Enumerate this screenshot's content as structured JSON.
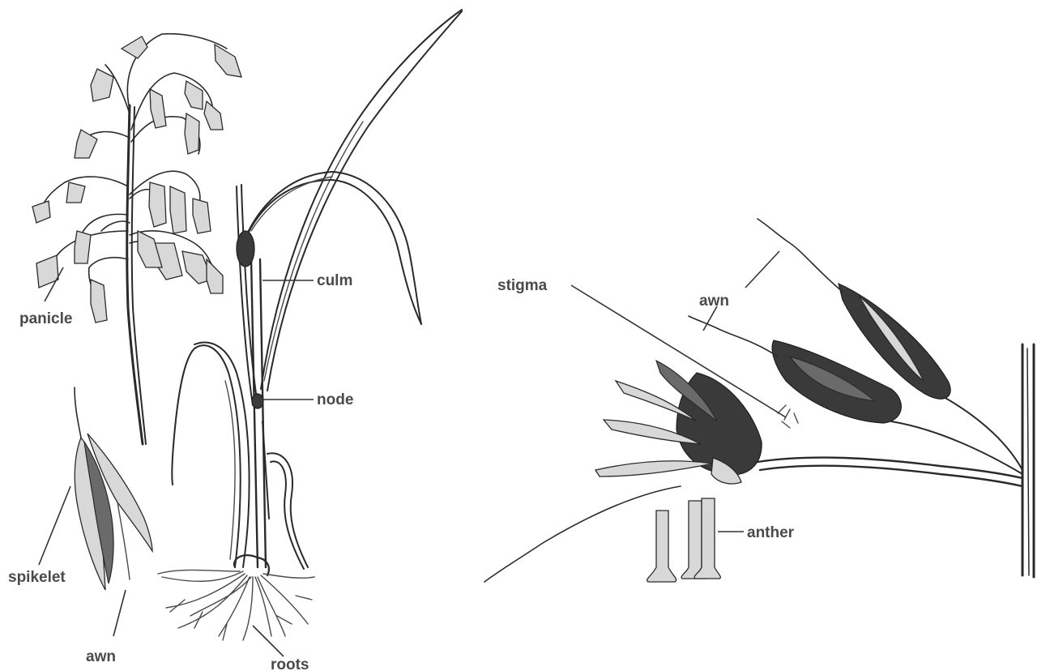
{
  "labels": {
    "panicle": "panicle",
    "culm": "culm",
    "node": "node",
    "spikelet": "spikelet",
    "awn_left": "awn",
    "roots": "roots",
    "stigma": "stigma",
    "awn_right": "awn",
    "anther": "anther"
  }
}
